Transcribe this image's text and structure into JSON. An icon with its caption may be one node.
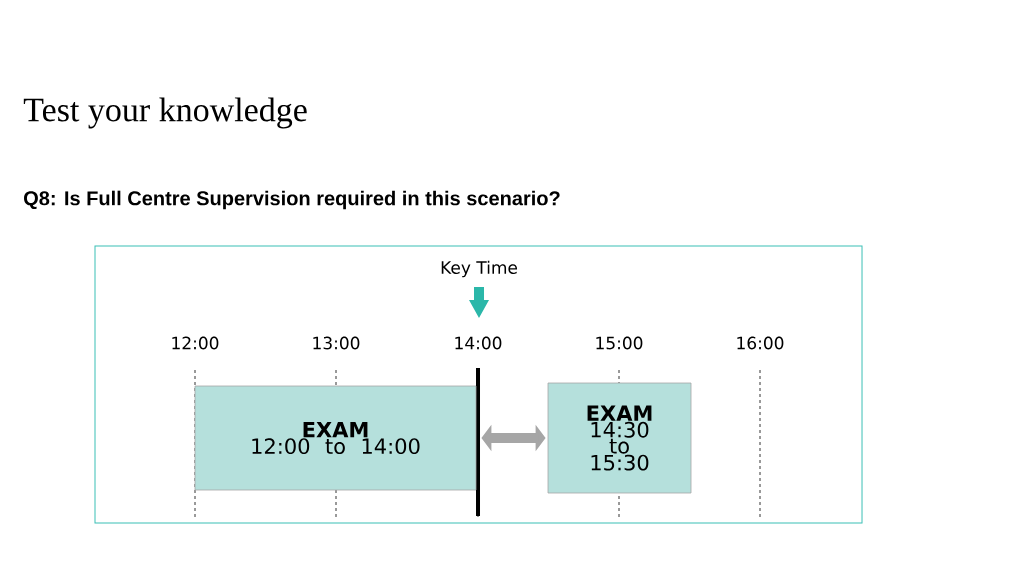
{
  "diagram": {
    "title": "Test your knowledge",
    "nodes": [
      {
        "text": [
          "EXAM",
          "12:00 to 14:00"
        ]
      },
      {
        "text": [
          "EXAM",
          "14:30 to 15:30"
        ]
      }
    ],
    "edges": [
      {
        "from": 0,
        "to": 1,
        "arrow": "both",
        "color": "#a6a6a6"
      }
    ],
    "labels": [
      "Q8: Is Full Centre Supervision required in this scenario?",
      "Key Time",
      "12:00",
      "13:00",
      "14:00",
      "15:00",
      "16:00"
    ]
  }
}
